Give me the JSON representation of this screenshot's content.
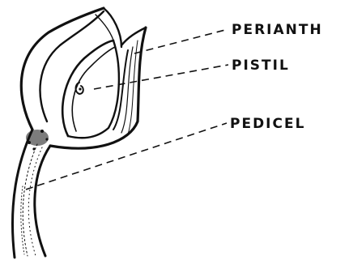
{
  "labels": {
    "perianth": "PERIANTH",
    "pistil": "PISTIL",
    "pedicel": "PEDICEL"
  },
  "colors": {
    "ink": "#111111",
    "paper": "#ffffff"
  }
}
